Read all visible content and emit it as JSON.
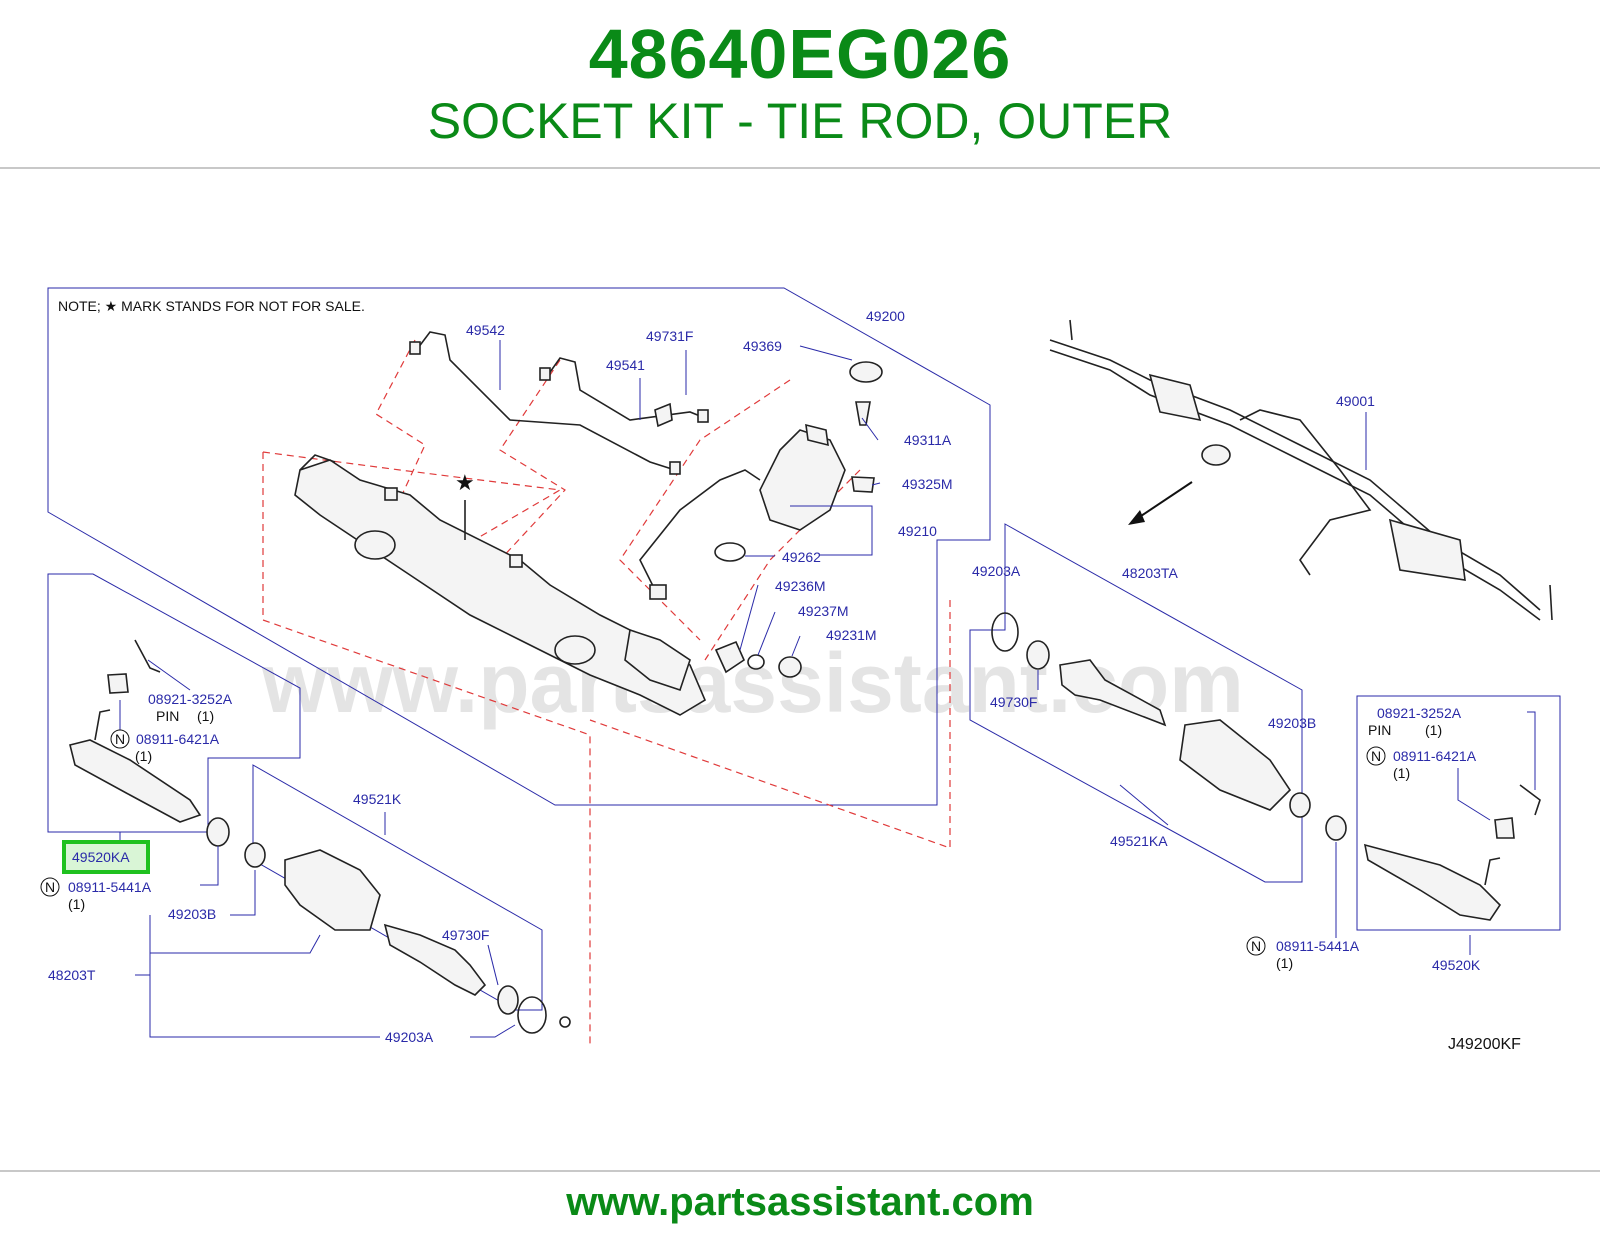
{
  "header": {
    "part_number": "48640EG026",
    "description": "SOCKET KIT - TIE ROD, OUTER"
  },
  "footer": {
    "url": "www.partsassistant.com"
  },
  "diagram": {
    "note": "NOTE;  ★ MARK  STANDS  FOR  NOT  FOR  SALE.",
    "star": "★",
    "watermark": "www.partsassistant.com",
    "code": "J49200KF",
    "highlight_color": "#1fc11f",
    "labels": {
      "p49542": "49542",
      "p49731F": "49731F",
      "p49541": "49541",
      "p49369": "49369",
      "p49200": "49200",
      "p49311A": "49311A",
      "p49325M": "49325M",
      "p49210": "49210",
      "p49262": "49262",
      "p49236M": "49236M",
      "p49237M": "49237M",
      "p49231M": "49231M",
      "p49001": "49001",
      "p49203A_r": "49203A",
      "p48203TA": "48203TA",
      "p49730F_r": "49730F",
      "p49203B_r": "49203B",
      "p49521KA": "49521KA",
      "p08921_l": "08921-3252A",
      "pin_l": "PIN",
      "q1_a": "(1)",
      "p08911_6421_l": "08911-6421A",
      "q1_b": "(1)",
      "p49520KA": "49520KA",
      "p08911_5441_l": "08911-5441A",
      "q1_c": "(1)",
      "p49521K": "49521K",
      "p49203B_l": "49203B",
      "p49730F_l": "49730F",
      "p48203T": "48203T",
      "p49203A_l": "49203A",
      "p08921_r": "08921-3252A",
      "pin_r": "PIN",
      "q1_d": "(1)",
      "p08911_6421_r": "08911-6421A",
      "q1_e": "(1)",
      "p08911_5441_r": "08911-5441A",
      "q1_f": "(1)",
      "p49520K": "49520K",
      "n": "N"
    }
  }
}
